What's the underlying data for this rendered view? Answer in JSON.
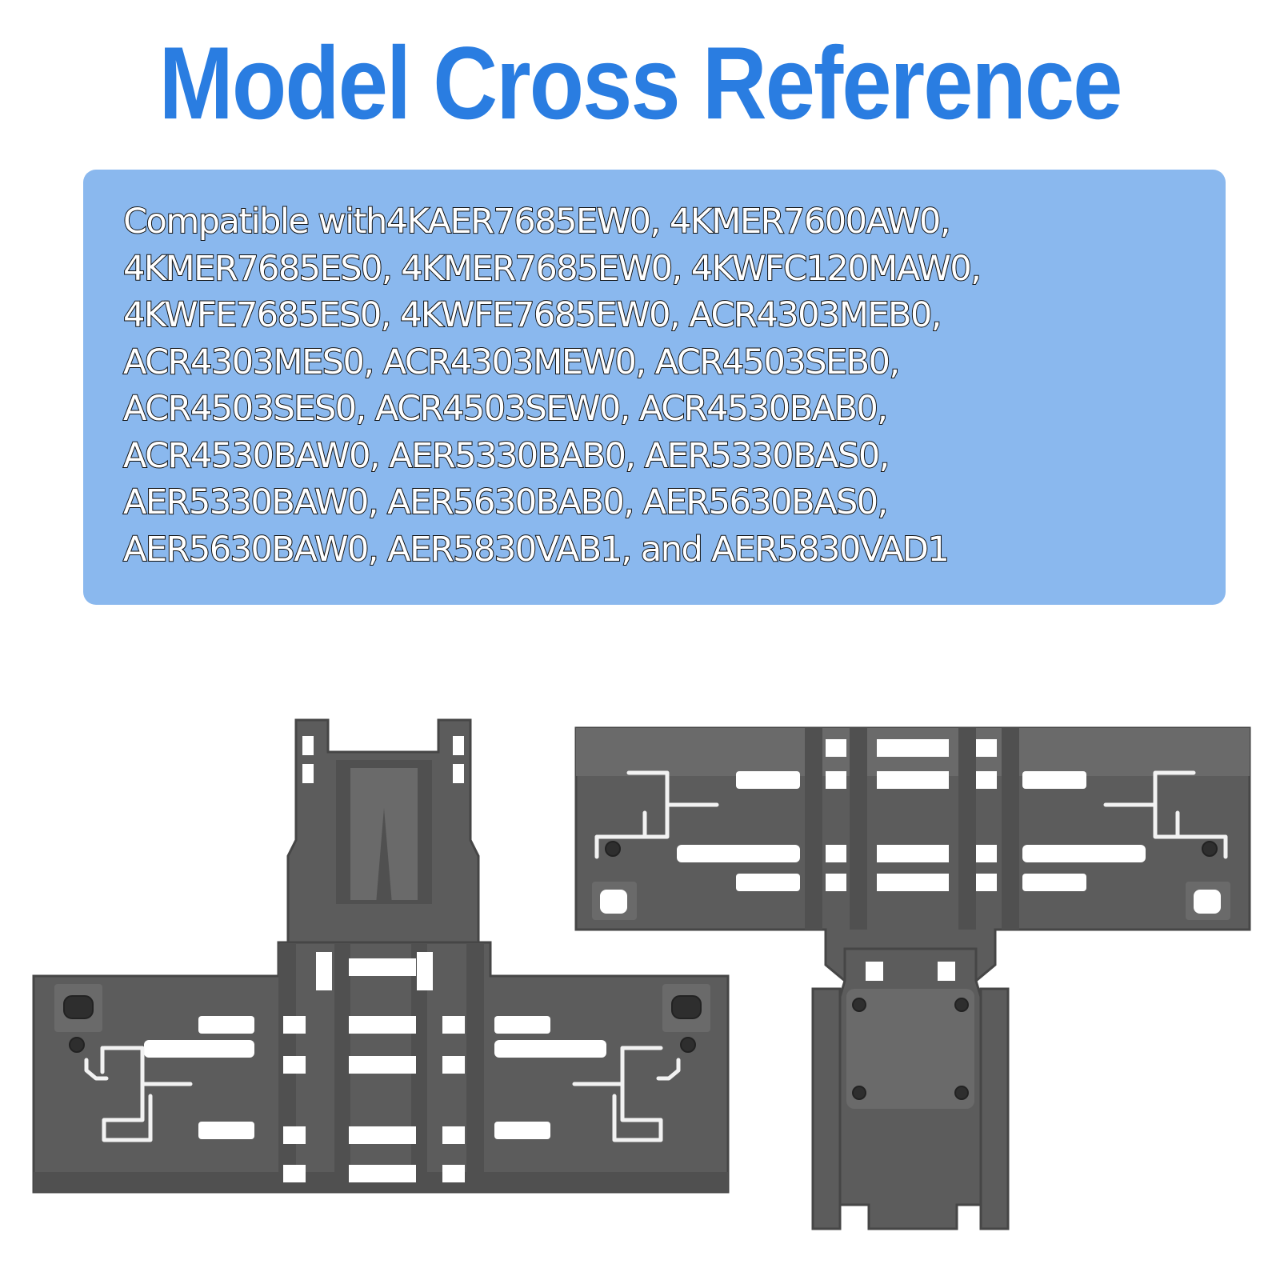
{
  "header": {
    "title": "Model Cross Reference"
  },
  "compatibility": {
    "lines": [
      "Compatible with4KAER7685EW0, 4KMER7600AW0,",
      "4KMER7685ES0, 4KMER7685EW0, 4KWFC120MAW0,",
      "4KWFE7685ES0, 4KWFE7685EW0, ACR4303MEB0,",
      "ACR4303MES0, ACR4303MEW0, ACR4503SEB0,",
      "ACR4503SES0, ACR4503SEW0, ACR4530BAB0,",
      "ACR4530BAW0, AER5330BAB0, AER5330BAS0,",
      "AER5330BAW0, AER5630BAB0, AER5630BAS0,",
      "AER5630BAW0, AER5830VAB1, and AER5830VAD1"
    ]
  },
  "colors": {
    "title": "#2a7de1",
    "box_background": "#8ab8ee",
    "part": "#5c5c5c"
  },
  "images": {
    "left": "rack-adjuster-part-front",
    "right": "rack-adjuster-part-back"
  }
}
